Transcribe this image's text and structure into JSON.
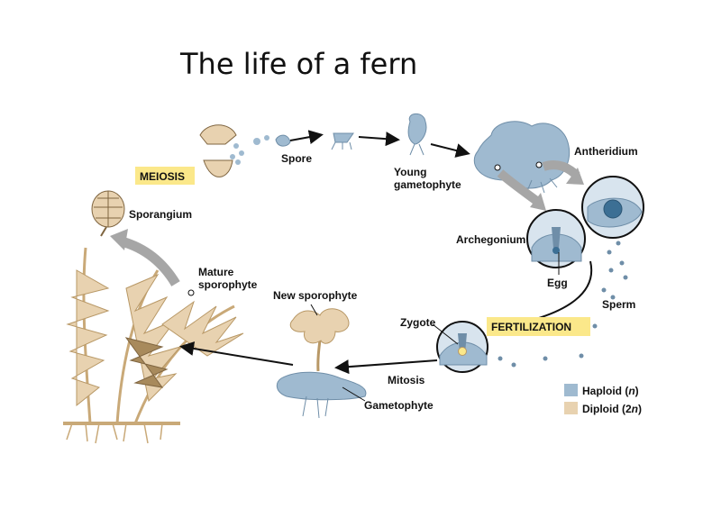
{
  "title": "The life of a fern",
  "labels": {
    "meiosis": "MEIOSIS",
    "spore": "Spore",
    "young_gametophyte_1": "Young",
    "young_gametophyte_2": "gametophyte",
    "antheridium": "Antheridium",
    "sporangium": "Sporangium",
    "archegonium": "Archegonium",
    "egg": "Egg",
    "sperm": "Sperm",
    "mature_sporophyte_1": "Mature",
    "mature_sporophyte_2": "sporophyte",
    "new_sporophyte": "New sporophyte",
    "zygote": "Zygote",
    "fertilization": "FERTILIZATION",
    "mitosis": "Mitosis",
    "gametophyte": "Gametophyte"
  },
  "legend": {
    "haploid": "Haploid (",
    "haploid_n": "n",
    "diploid": "Diploid (2",
    "diploid_n": "n",
    "close": ")"
  },
  "colors": {
    "haploid": "#9fbad0",
    "diploid": "#e8d2b0",
    "highlight": "#fbe88a",
    "arrow_gray": "#a6a6a6"
  }
}
